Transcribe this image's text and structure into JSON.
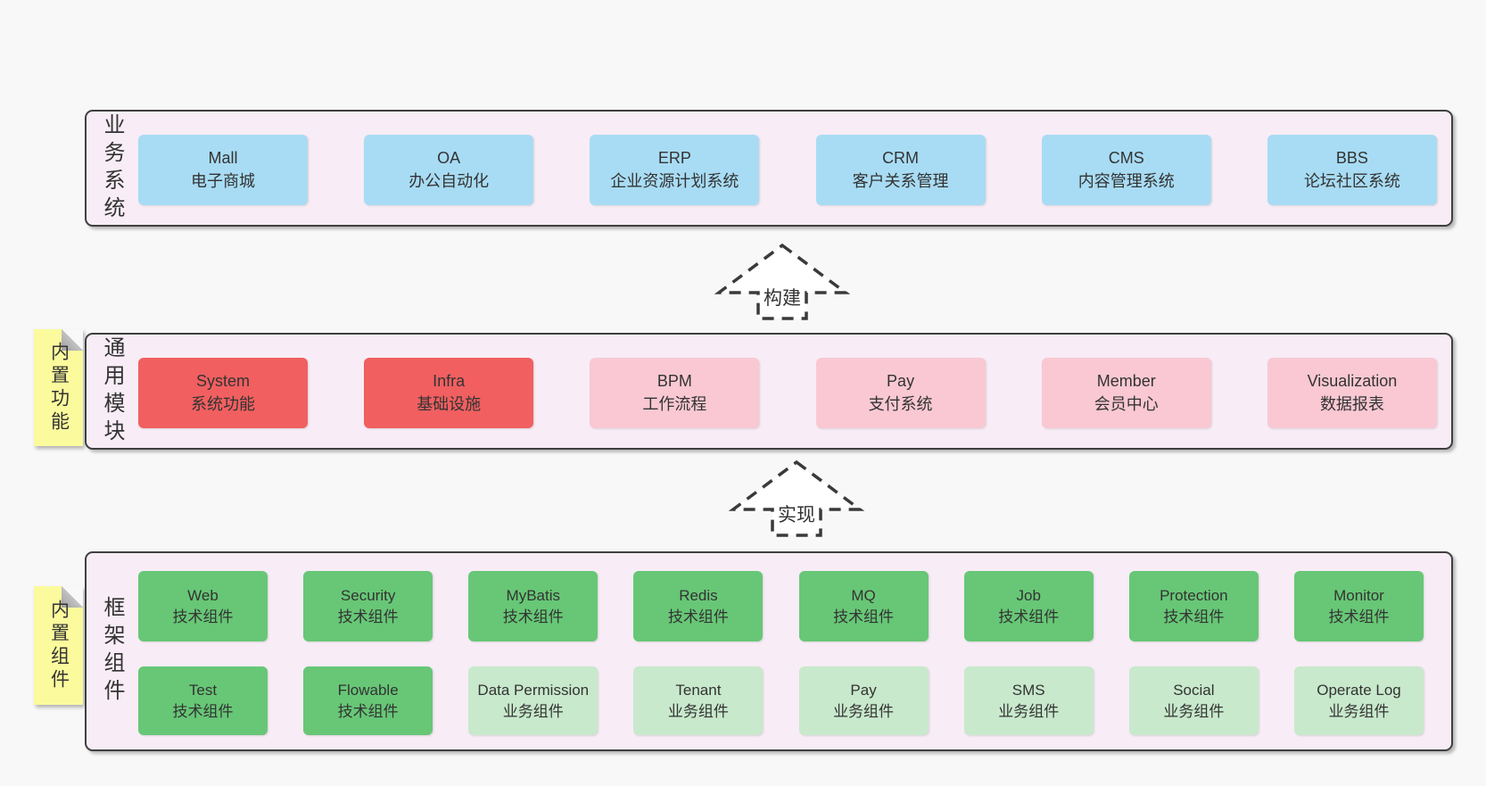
{
  "colors": {
    "background": "#f8f8f8",
    "panel_fill": "#f8edf6",
    "panel_border": "#3f3f3f",
    "business_system_box": "#a8dcf4",
    "core_module_box": "#f15f60",
    "module_box": "#f9c8d3",
    "tech_component_box": "#67c776",
    "biz_component_box": "#c8e9cc",
    "note_fill": "#fbfb9d",
    "note_fold": "#c2c2c2",
    "text": "#333333"
  },
  "notes": [
    {
      "label": "内置功能"
    },
    {
      "label": "内置组件"
    }
  ],
  "arrows": [
    {
      "label": "构建"
    },
    {
      "label": "实现"
    }
  ],
  "layers": [
    {
      "label": "业务系统",
      "boxes": [
        {
          "name": "Mall",
          "desc": "电子商城",
          "variant": "blue"
        },
        {
          "name": "OA",
          "desc": "办公自动化",
          "variant": "blue"
        },
        {
          "name": "ERP",
          "desc": "企业资源计划系统",
          "variant": "blue"
        },
        {
          "name": "CRM",
          "desc": "客户关系管理",
          "variant": "blue"
        },
        {
          "name": "CMS",
          "desc": "内容管理系统",
          "variant": "blue"
        },
        {
          "name": "BBS",
          "desc": "论坛社区系统",
          "variant": "blue"
        }
      ]
    },
    {
      "label": "通用模块",
      "boxes": [
        {
          "name": "System",
          "desc": "系统功能",
          "variant": "red"
        },
        {
          "name": "Infra",
          "desc": "基础设施",
          "variant": "red"
        },
        {
          "name": "BPM",
          "desc": "工作流程",
          "variant": "pink"
        },
        {
          "name": "Pay",
          "desc": "支付系统",
          "variant": "pink"
        },
        {
          "name": "Member",
          "desc": "会员中心",
          "variant": "pink"
        },
        {
          "name": "Visualization",
          "desc": "数据报表",
          "variant": "pink"
        }
      ]
    },
    {
      "label": "框架组件",
      "rows": [
        [
          {
            "name": "Web",
            "desc": "技术组件",
            "variant": "green"
          },
          {
            "name": "Security",
            "desc": "技术组件",
            "variant": "green"
          },
          {
            "name": "MyBatis",
            "desc": "技术组件",
            "variant": "green"
          },
          {
            "name": "Redis",
            "desc": "技术组件",
            "variant": "green"
          },
          {
            "name": "MQ",
            "desc": "技术组件",
            "variant": "green"
          },
          {
            "name": "Job",
            "desc": "技术组件",
            "variant": "green"
          },
          {
            "name": "Protection",
            "desc": "技术组件",
            "variant": "green"
          },
          {
            "name": "Monitor",
            "desc": "技术组件",
            "variant": "green"
          }
        ],
        [
          {
            "name": "Test",
            "desc": "技术组件",
            "variant": "green"
          },
          {
            "name": "Flowable",
            "desc": "技术组件",
            "variant": "green"
          },
          {
            "name": "Data Permission",
            "desc": "业务组件",
            "variant": "green-light"
          },
          {
            "name": "Tenant",
            "desc": "业务组件",
            "variant": "green-light"
          },
          {
            "name": "Pay",
            "desc": "业务组件",
            "variant": "green-light"
          },
          {
            "name": "SMS",
            "desc": "业务组件",
            "variant": "green-light"
          },
          {
            "name": "Social",
            "desc": "业务组件",
            "variant": "green-light"
          },
          {
            "name": "Operate Log",
            "desc": "业务组件",
            "variant": "green-light"
          }
        ]
      ]
    }
  ]
}
